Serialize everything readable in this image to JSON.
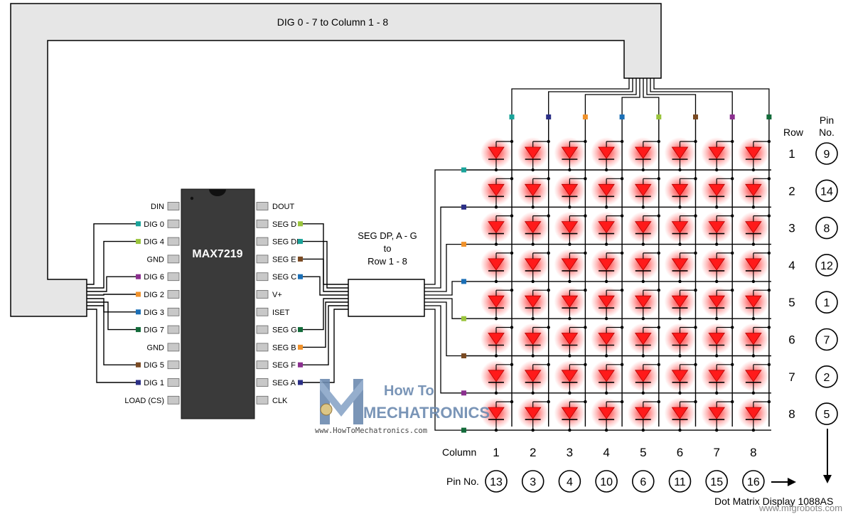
{
  "bus_label": "DIG 0 - 7  to  Column 1 - 8",
  "seg_bus_label": [
    "SEG DP, A - G",
    "to",
    "Row 1 - 8"
  ],
  "chip": {
    "name": "MAX7219",
    "left_pins": [
      "DIN",
      "DIG 0",
      "DIG 4",
      "GND",
      "DIG 6",
      "DIG 2",
      "DIG 3",
      "DIG 7",
      "GND",
      "DIG 5",
      "DIG 1",
      "LOAD (CS)"
    ],
    "right_pins": [
      "DOUT",
      "SEG D",
      "SEG DP",
      "SEG E",
      "SEG C",
      "V+",
      "ISET",
      "SEG G",
      "SEG B",
      "SEG F",
      "SEG A",
      "CLK"
    ]
  },
  "row_header": "Row",
  "pin_header": [
    "Pin",
    "No."
  ],
  "rows": [
    "1",
    "2",
    "3",
    "4",
    "5",
    "6",
    "7",
    "8"
  ],
  "row_pins": [
    "9",
    "14",
    "8",
    "12",
    "1",
    "7",
    "2",
    "5"
  ],
  "column_header": "Column",
  "columns": [
    "1",
    "2",
    "3",
    "4",
    "5",
    "6",
    "7",
    "8"
  ],
  "column_pin_header": "Pin No.",
  "column_pins": [
    "13",
    "3",
    "4",
    "10",
    "6",
    "11",
    "15",
    "16"
  ],
  "display_label": "Dot Matrix Display 1088AS",
  "watermark": {
    "how_to": "How To",
    "mechatronics": "MECHATRONICS",
    "url": "www.HowToMechatronics.com"
  },
  "site_stamp": "www.mfgrobots.com",
  "colors": {
    "dig0": "#1aa39a",
    "dig1": "#2b2f86",
    "dig2": "#f0922b",
    "dig3": "#1b6fb6",
    "dig4": "#9ac43c",
    "dig5": "#7a4a22",
    "dig6": "#8b2f8f",
    "dig7": "#136b3a",
    "led": "#ff1a1a",
    "glow": "#ff4d4d",
    "bus_fill": "#e6e6e6",
    "chip_body": "#3a3a3a"
  }
}
